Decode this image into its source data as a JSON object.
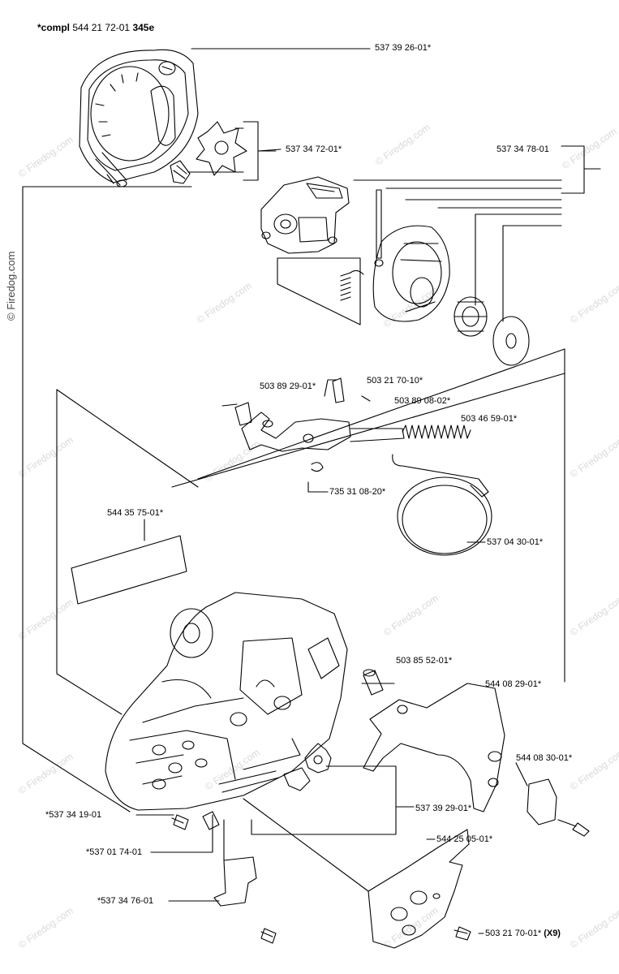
{
  "header": {
    "prefix": "*compl",
    "part": "544 21 72-01",
    "model": "345e"
  },
  "side_watermark": "© Firedog.com",
  "watermark": "© Firedog.com",
  "labels": {
    "p1": "537 39 26-01*",
    "p2": "537 34 72-01*",
    "p3": "537 34 78-01",
    "p4": "503 89 29-01*",
    "p5": "503 21 70-10*",
    "p6": "503 89 08-02*",
    "p7": "503 46 59-01*",
    "p8": "735 31 08-20*",
    "p9": "544 35 75-01*",
    "p10": "537 04 30-01*",
    "p11": "503 85 52-01*",
    "p12": "544 08 29-01*",
    "p13": "544 08 30-01*",
    "p14": "537 39 29-01*",
    "p15": "*537 34 19-01",
    "p16": "*537 01 74-01",
    "p17": "544 25 05-01*",
    "p18": "*537 34 76-01",
    "p19": "503 21 70-01*",
    "p19_qty": "(X9)"
  }
}
